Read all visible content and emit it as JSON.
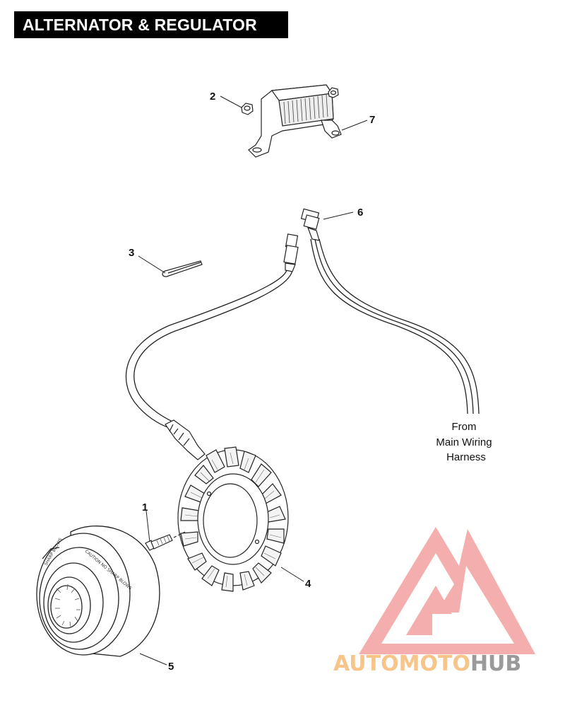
{
  "title": "ALTERNATOR & REGULATOR",
  "callouts": {
    "c1": "1",
    "c2": "2",
    "c3": "3",
    "c4": "4",
    "c5": "5",
    "c6": "6",
    "c7": "7"
  },
  "harness_note": {
    "line1": "From",
    "line2": "Main Wiring",
    "line3": "Harness"
  },
  "rotor_text": {
    "caution": "CAUTION NO SHARP BLOWS",
    "side": "SHARP BLOWS"
  },
  "watermark": {
    "part1": "AUTOMOTO",
    "part2": "HUB",
    "color_logo": "#f4a3a3",
    "color_auto": "#f7c48a",
    "color_hub": "#9a9a9a"
  }
}
